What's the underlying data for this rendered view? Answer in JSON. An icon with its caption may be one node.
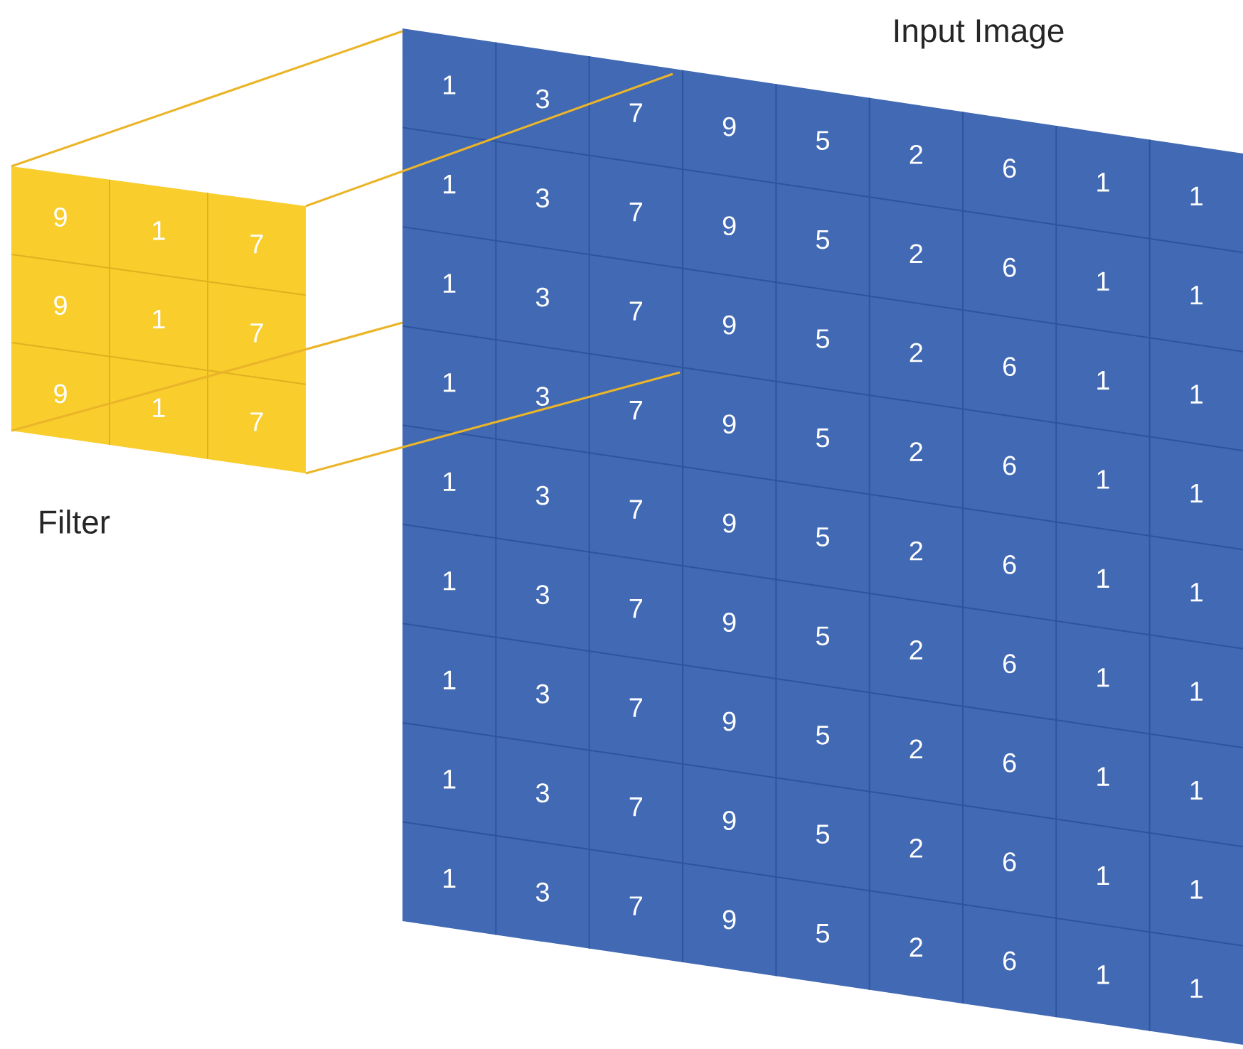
{
  "diagram": {
    "labels": [
      "Input Image",
      "9",
      "1",
      "7",
      "9",
      "1",
      "7",
      "9",
      "1",
      "7",
      "Filter",
      "1",
      "3",
      "7",
      "9",
      "5",
      "2",
      "6",
      "1",
      "1",
      "1",
      "3",
      "7",
      "9",
      "5",
      "2",
      "6",
      "1",
      "1",
      "1",
      "3",
      "7",
      "9",
      "5",
      "2",
      "6",
      "1",
      "1",
      "1",
      "3",
      "7",
      "9",
      "5",
      "2",
      "6",
      "1",
      "1",
      "1",
      "3",
      "7",
      "9",
      "5",
      "2",
      "6",
      "1",
      "1",
      "1",
      "3",
      "7",
      "9",
      "5",
      "2",
      "6",
      "1",
      "1",
      "1",
      "3",
      "7",
      "9",
      "5",
      "2",
      "6",
      "1",
      "1",
      "1",
      "3",
      "7",
      "9",
      "5",
      "2",
      "6",
      "1",
      "1",
      "1",
      "3",
      "7",
      "9",
      "5",
      "2",
      "6",
      "1",
      "1"
    ]
  }
}
